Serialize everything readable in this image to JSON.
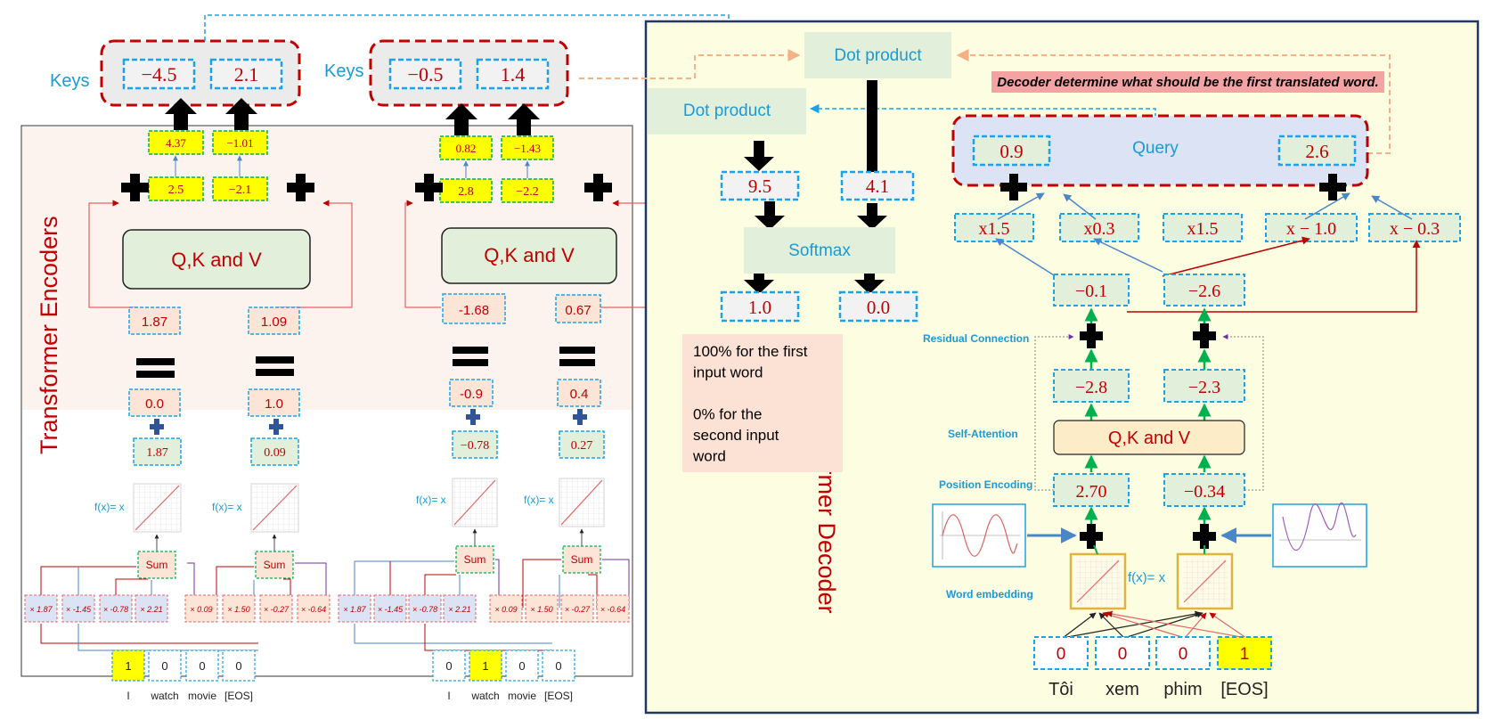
{
  "encoder": {
    "title": "Transformer Encoders",
    "keys_label": "Keys",
    "qkv_label": "Q,K and V",
    "fx_label": "f(x)= x",
    "sum_label": "Sum",
    "word_labels": [
      "I",
      "watch",
      "movie",
      "[EOS]"
    ],
    "left": {
      "keys": [
        "−4.5",
        "2.1"
      ],
      "keys_pre": [
        "4.37",
        "−1.01"
      ],
      "qkv_out": [
        "2.5",
        "−2.1"
      ],
      "residual": [
        "1.87",
        "1.09"
      ],
      "bias": [
        "0.0",
        "1.0"
      ],
      "act": [
        "1.87",
        "0.09"
      ],
      "weights": [
        "× 1.87",
        "× -1.45",
        "× -0.78",
        "× 2.21",
        "× 0.09",
        "× 1.50",
        "× -0.27",
        "× -0.64"
      ],
      "onehot": [
        "1",
        "0",
        "0",
        "0"
      ],
      "active_index": 0
    },
    "right": {
      "keys": [
        "−0.5",
        "1.4"
      ],
      "keys_pre": [
        "0.82",
        "−1.43"
      ],
      "qkv_out": [
        "2.8",
        "−2.2"
      ],
      "residual": [
        "-1.68",
        "0.67"
      ],
      "bias": [
        "-0.9",
        "0.4"
      ],
      "act": [
        "−0.78",
        "0.27"
      ],
      "weights": [
        "× 1.87",
        "× -1.45",
        "× -0.78",
        "× 2.21",
        "× 0.09",
        "× 1.50",
        "× -0.27",
        "× -0.64"
      ],
      "onehot": [
        "0",
        "1",
        "0",
        "0"
      ],
      "active_index": 1
    }
  },
  "decoder": {
    "title": "Transformer Decoder",
    "dot_product_top": "Dot product",
    "dot_product_left": "Dot product",
    "banner": "Decoder determine what should be the first translated word.",
    "query_label": "Query",
    "query_values": [
      "0.9",
      "2.6"
    ],
    "scores": [
      "9.5",
      "4.1"
    ],
    "softmax_label": "Softmax",
    "softmax_out": [
      "1.0",
      "0.0"
    ],
    "note_lines": [
      "100% for the first",
      "input  word",
      "",
      "0% for the",
      "second input",
      "word"
    ],
    "multipliers": [
      "x1.5",
      "x0.3",
      "x1.5",
      "x − 1.0",
      "x − 0.3"
    ],
    "residual_sum": [
      "−0.1",
      "−2.6"
    ],
    "attention_out": [
      "−2.8",
      "−2.3"
    ],
    "qkv_label": "Q,K and V",
    "pos_encoded": [
      "2.70",
      "−0.34"
    ],
    "labels": {
      "residual": "Residual Connection",
      "self_attention": "Self-Attention",
      "position": "Position Encoding",
      "embedding": "Word embedding"
    },
    "fx_label": "f(x)= x",
    "onehot": [
      "0",
      "0",
      "0",
      "1"
    ],
    "words": [
      "Tôi",
      "xem",
      "phim",
      "[EOS]"
    ]
  },
  "colors": {
    "dark_red": "#c00000",
    "cyan": "#1aa3e8",
    "label_blue": "#1a9ad6",
    "yellow": "#ffff00",
    "decoder_bg": "#fdfde2",
    "query_bg": "#dbe3f4",
    "green_box": "#e2efda",
    "peach": "#fce4d6",
    "orange_dash": "#f4b183"
  }
}
